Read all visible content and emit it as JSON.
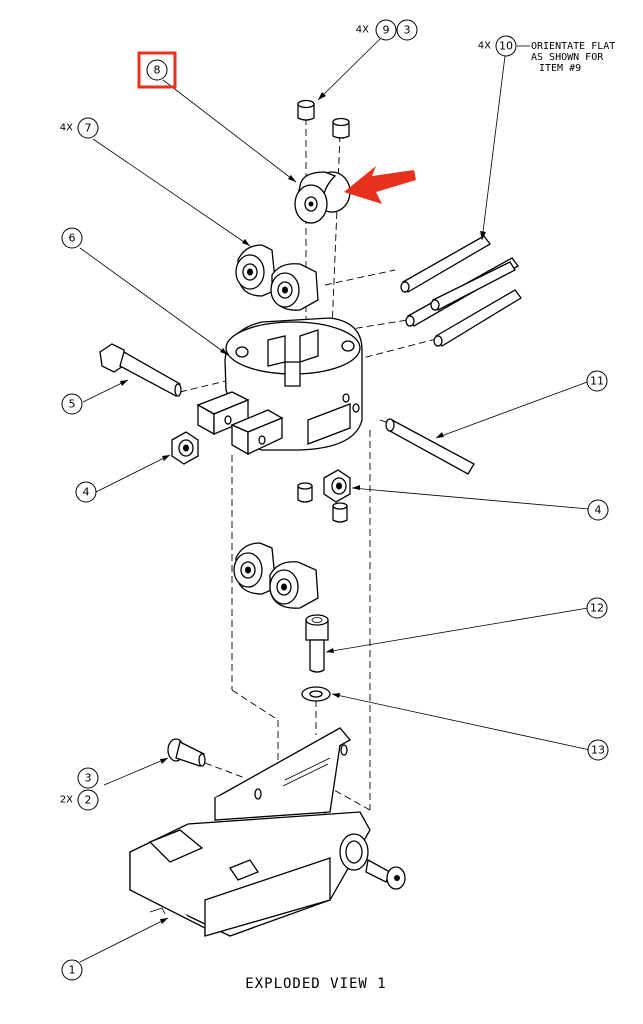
{
  "title": "EXPLODED VIEW 1",
  "highlight_color": "#e8311c",
  "note": {
    "line1": "ORIENTATE FLAT",
    "line2": "AS SHOWN FOR",
    "line3": "ITEM #9"
  },
  "balloons": {
    "b8": "8",
    "b9": "9",
    "b3a": "3",
    "b10": "10",
    "b7": "7",
    "b6": "6",
    "b5": "5",
    "b4a": "4",
    "b4b": "4",
    "b11": "11",
    "b12": "12",
    "b13": "13",
    "b3b": "3",
    "b2": "2",
    "b1": "1"
  },
  "quantities": {
    "q9": "4X",
    "q10": "4X",
    "q7": "4X",
    "q2": "2X"
  }
}
